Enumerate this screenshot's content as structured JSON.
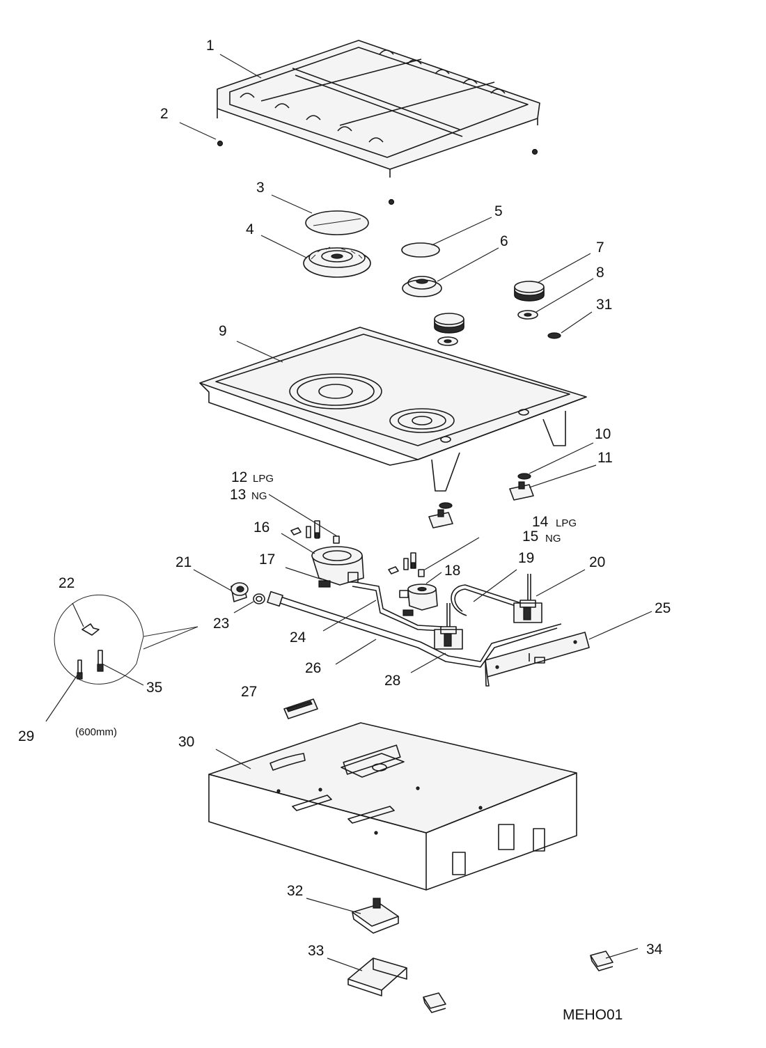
{
  "diagram": {
    "model_code": "MEHO01",
    "detail_note": "(600mm)",
    "labels": {
      "p1": "1",
      "p2": "2",
      "p3": "3",
      "p4": "4",
      "p5": "5",
      "p6": "6",
      "p7": "7",
      "p8": "8",
      "p9": "9",
      "p10": "10",
      "p11": "11",
      "p12": "12",
      "p12_suffix": "LPG",
      "p13": "13",
      "p13_suffix": "NG",
      "p14": "14",
      "p14_suffix": "LPG",
      "p15": "15",
      "p15_suffix": "NG",
      "p16": "16",
      "p17": "17",
      "p18": "18",
      "p19": "19",
      "p20": "20",
      "p21": "21",
      "p22": "22",
      "p23": "23",
      "p24": "24",
      "p25": "25",
      "p26": "26",
      "p27": "27",
      "p28": "28",
      "p29": "29",
      "p30": "30",
      "p31": "31",
      "p32": "32",
      "p33": "33",
      "p34": "34",
      "p35": "35"
    }
  }
}
